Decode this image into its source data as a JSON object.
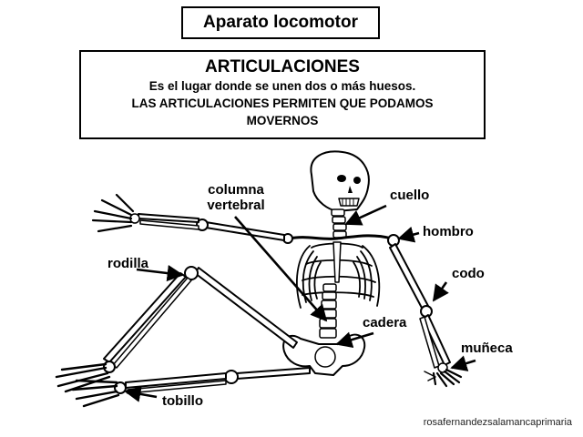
{
  "header": {
    "title": "Aparato locomotor"
  },
  "definition": {
    "heading": "ARTICULACIONES",
    "line1": "Es el lugar donde se unen dos o más huesos.",
    "line2": "LAS ARTICULACIONES PERMITEN QUE PODAMOS",
    "line3": "MOVERNOS"
  },
  "labels": {
    "columna_line1": "columna",
    "columna_line2": "vertebral",
    "cuello": "cuello",
    "hombro": "hombro",
    "rodilla": "rodilla",
    "codo": "codo",
    "cadera": "cadera",
    "muneca": "muñeca",
    "tobillo": "tobillo"
  },
  "credit": "rosafernandezsalamancaprimaria",
  "colors": {
    "ink": "#000000",
    "background": "#ffffff"
  }
}
